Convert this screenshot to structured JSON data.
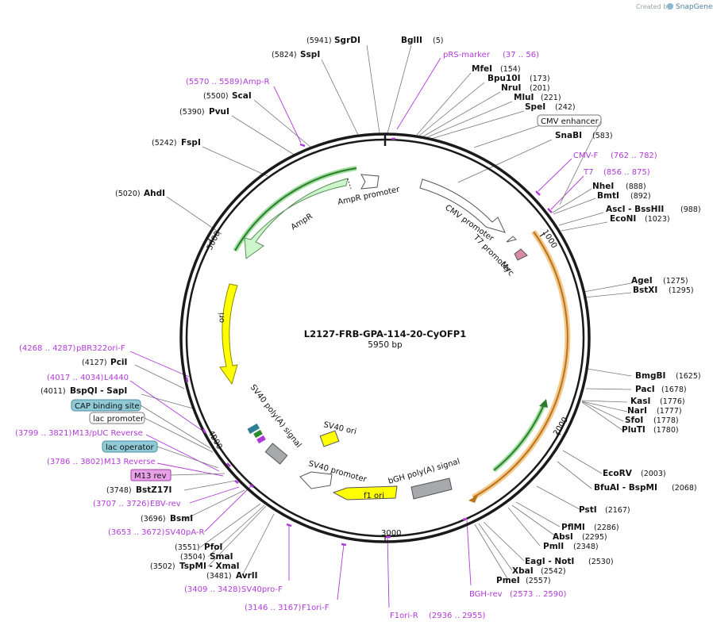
{
  "plasmid": {
    "name": "L2127-FRB-GPA-114-20-CyOFP1",
    "size_label": "5950 bp"
  },
  "brand": {
    "created_by": "Created by",
    "product": "SnapGene"
  },
  "ticks": [
    "1000",
    "2000",
    "3000",
    "4000",
    "5000"
  ],
  "sites": [
    {
      "id": "sgrdi",
      "name": "SgrDI",
      "pos": "(5941)"
    },
    {
      "id": "bglii",
      "name": "BglII",
      "pos": "(5)"
    },
    {
      "id": "sspi",
      "name": "SspI",
      "pos": "(5824)"
    },
    {
      "id": "mfei",
      "name": "MfeI",
      "pos": "(154)"
    },
    {
      "id": "bpu10i",
      "name": "Bpu10I",
      "pos": "(173)"
    },
    {
      "id": "nrui",
      "name": "NruI",
      "pos": "(201)"
    },
    {
      "id": "mlui",
      "name": "MluI",
      "pos": "(221)"
    },
    {
      "id": "spei",
      "name": "SpeI",
      "pos": "(242)"
    },
    {
      "id": "scai",
      "name": "ScaI",
      "pos": "(5500)"
    },
    {
      "id": "pvui",
      "name": "PvuI",
      "pos": "(5390)"
    },
    {
      "id": "snabi",
      "name": "SnaBI",
      "pos": "(583)"
    },
    {
      "id": "fspi",
      "name": "FspI",
      "pos": "(5242)"
    },
    {
      "id": "nhei",
      "name": "NheI",
      "pos": "(888)"
    },
    {
      "id": "bmti",
      "name": "BmtI",
      "pos": "(892)"
    },
    {
      "id": "asci",
      "name": "AscI  - BssHII",
      "pos": "(988)"
    },
    {
      "id": "econi",
      "name": "EcoNI",
      "pos": "(1023)"
    },
    {
      "id": "ahdi",
      "name": "AhdI",
      "pos": "(5020)"
    },
    {
      "id": "agei",
      "name": "AgeI",
      "pos": "(1275)"
    },
    {
      "id": "bstxi",
      "name": "BstXI",
      "pos": "(1295)"
    },
    {
      "id": "pcii",
      "name": "PciI",
      "pos": "(4127)"
    },
    {
      "id": "bmgbi",
      "name": "BmgBI",
      "pos": "(1625)"
    },
    {
      "id": "paci",
      "name": "PacI",
      "pos": "(1678)"
    },
    {
      "id": "bspqi",
      "name": "BspQI   - SapI",
      "pos": "(4011)"
    },
    {
      "id": "kasi",
      "name": "KasI",
      "pos": "(1776)"
    },
    {
      "id": "nari",
      "name": "NarI",
      "pos": "(1777)"
    },
    {
      "id": "sfoi",
      "name": "SfoI",
      "pos": "(1778)"
    },
    {
      "id": "pluti",
      "name": "PluTI",
      "pos": "(1780)"
    },
    {
      "id": "ecorv",
      "name": "EcoRV",
      "pos": "(2003)"
    },
    {
      "id": "bfuai",
      "name": "BfuAI   - BspMI",
      "pos": "(2068)"
    },
    {
      "id": "bstz17i",
      "name": "BstZ17I",
      "pos": "(3748)"
    },
    {
      "id": "psti",
      "name": "PstI",
      "pos": "(2167)"
    },
    {
      "id": "bsmi",
      "name": "BsmI",
      "pos": "(3696)"
    },
    {
      "id": "pflmi",
      "name": "PflMI",
      "pos": "(2286)"
    },
    {
      "id": "absi",
      "name": "AbsI",
      "pos": "(2295)"
    },
    {
      "id": "pfoi",
      "name": "PfoI",
      "pos": "(3551)"
    },
    {
      "id": "pmli",
      "name": "PmlI",
      "pos": "(2348)"
    },
    {
      "id": "smai",
      "name": "SmaI",
      "pos": "(3504)"
    },
    {
      "id": "tspmi",
      "name": "TspMI   - XmaI",
      "pos": "(3502)"
    },
    {
      "id": "eagi",
      "name": "EagI   - NotI",
      "pos": "(2530)"
    },
    {
      "id": "avrii",
      "name": "AvrII",
      "pos": "(3481)"
    },
    {
      "id": "xbai",
      "name": "XbaI",
      "pos": "(2542)"
    },
    {
      "id": "pmei",
      "name": "PmeI",
      "pos": "(2557)"
    }
  ],
  "primers": [
    {
      "id": "prs",
      "name": "pRS-marker",
      "range": "(37 .. 56)"
    },
    {
      "id": "ampr",
      "name": "Amp-R",
      "range": "(5570 .. 5589)"
    },
    {
      "id": "cmvf",
      "name": "CMV-F",
      "range": "(762 .. 782)"
    },
    {
      "id": "t7",
      "name": "T7",
      "range": "(856 .. 875)"
    },
    {
      "id": "pbr",
      "name": "pBR322ori-F",
      "range": "(4268 .. 4287)"
    },
    {
      "id": "l4440",
      "name": "L4440",
      "range": "(4017 .. 4034)"
    },
    {
      "id": "m13puc",
      "name": "M13/pUC Reverse",
      "range": "(3799 .. 3821)"
    },
    {
      "id": "m13rev",
      "name": "M13 Reverse",
      "range": "(3786 .. 3802)"
    },
    {
      "id": "ebv",
      "name": "EBV-rev",
      "range": "(3707 .. 3726)"
    },
    {
      "id": "sv40pa",
      "name": "SV40pA-R",
      "range": "(3653 .. 3672)"
    },
    {
      "id": "sv40pro",
      "name": "SV40pro-F",
      "range": "(3409 .. 3428)"
    },
    {
      "id": "f1orif",
      "name": "F1ori-F",
      "range": "(3146 .. 3167)"
    },
    {
      "id": "f1orir",
      "name": "F1ori-R",
      "range": "(2936 .. 2955)"
    },
    {
      "id": "bghrev",
      "name": "BGH-rev",
      "range": "(2573 .. 2590)"
    }
  ],
  "boxed_labels": {
    "cmv_enhancer": "CMV enhancer",
    "cap_site": "CAP binding site",
    "lac_promoter": "lac promoter",
    "lac_operator": "lac operator",
    "m13_rev": "M13 rev"
  },
  "features": {
    "ampr_promoter": "AmpR promoter",
    "ampr": "AmpR",
    "cmv_promoter": "CMV promoter",
    "t7_promoter": "T7 promoter",
    "myc": "Myc",
    "ori": "ori",
    "sv40_polya": "SV40 poly(A) signal",
    "sv40_ori": "SV40 ori",
    "sv40_promoter": "SV40 promoter",
    "f1_ori": "f1 ori",
    "bgh_polya": "bGH poly(A) signal"
  },
  "colors": {
    "backbone": "#1a1a1a",
    "primer": "#b03ad8",
    "ampr_fill": "#ccf5cc",
    "ori_fill": "#ffff00",
    "orange_arc": "#f0a040",
    "green_arc": "#2e8b2e",
    "gray_feature": "#a7a9ac",
    "myc_fill": "#d98aa8",
    "cap_fill": "#8fcad6",
    "m13rev_fill": "#e8a0e8"
  }
}
